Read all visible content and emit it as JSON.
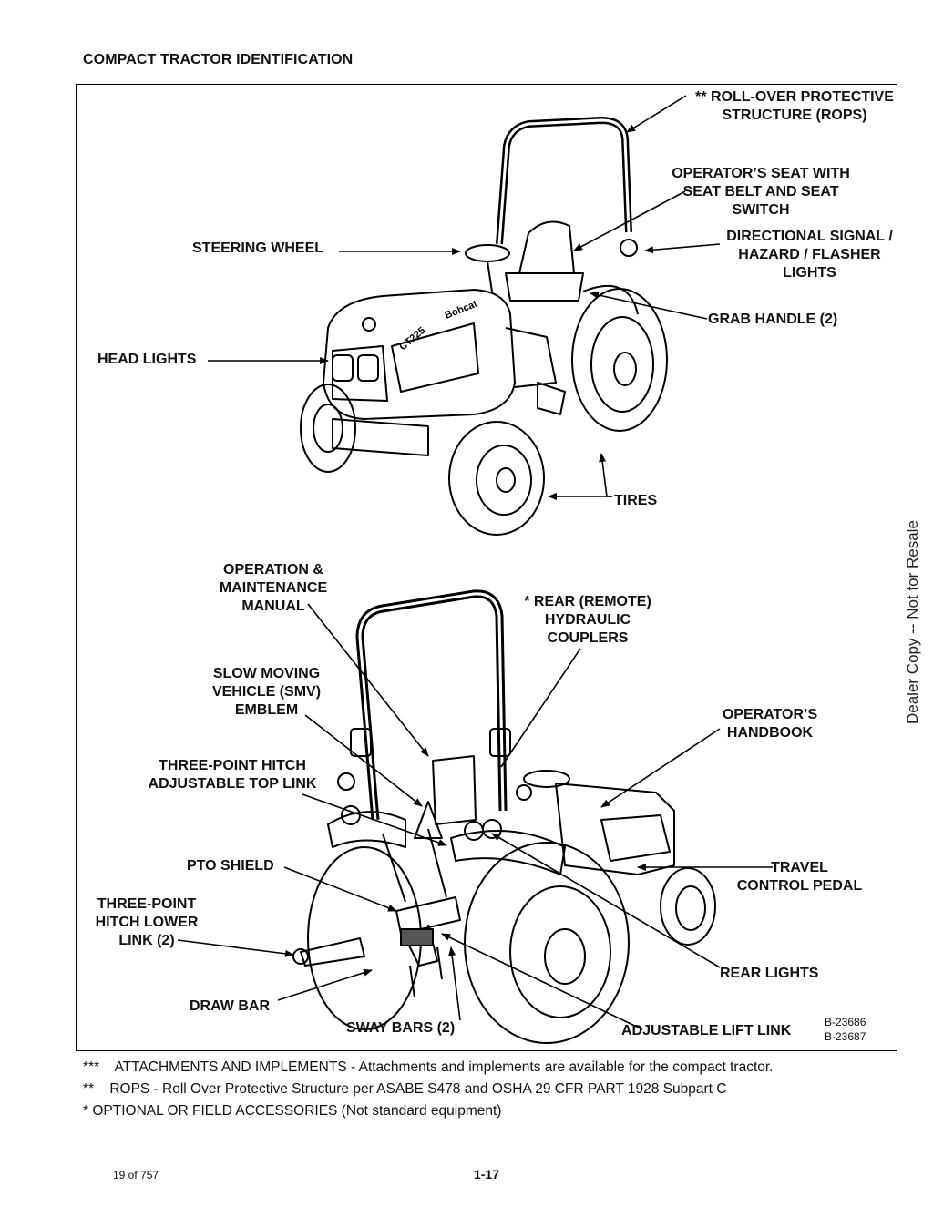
{
  "page": {
    "title": "COMPACT TRACTOR IDENTIFICATION",
    "figure_ids": "B-23686\nB-23687",
    "watermark": "Dealer Copy -- Not for Resale",
    "footer_page_of": "19 of 757",
    "footer_page_number": "1-17"
  },
  "tractor_badge": {
    "brand": "Bobcat",
    "model": "CT225"
  },
  "labels": {
    "rops": "** ROLL-OVER PROTECTIVE\nSTRUCTURE (ROPS)",
    "operators_seat": "OPERATOR’S SEAT WITH\nSEAT BELT AND SEAT\nSWITCH",
    "steering_wheel": "STEERING WHEEL",
    "directional_signal": "DIRECTIONAL SIGNAL /\nHAZARD / FLASHER\nLIGHTS",
    "grab_handle": "GRAB HANDLE (2)",
    "head_lights": "HEAD LIGHTS",
    "tires": "TIRES",
    "operation_manual": "OPERATION &\nMAINTENANCE\nMANUAL",
    "rear_couplers": "* REAR (REMOTE)\nHYDRAULIC\nCOUPLERS",
    "smv_emblem": "SLOW MOVING\nVEHICLE (SMV)\nEMBLEM",
    "operators_handbook": "OPERATOR’S\nHANDBOOK",
    "top_link": "THREE-POINT HITCH\nADJUSTABLE TOP LINK",
    "pto_shield": "PTO SHIELD",
    "travel_pedal": "TRAVEL\nCONTROL PEDAL",
    "lower_link": "THREE-POINT\nHITCH LOWER\nLINK (2)",
    "rear_lights": "REAR LIGHTS",
    "draw_bar": "DRAW BAR",
    "sway_bars": "SWAY BARS (2)",
    "lift_link": "ADJUSTABLE LIFT LINK"
  },
  "notes": [
    {
      "mark": "***",
      "text": "ATTACHMENTS AND IMPLEMENTS - Attachments and implements are available for the compact tractor."
    },
    {
      "mark": "**",
      "text": "ROPS - Roll Over Protective Structure per ASABE S478 and OSHA 29 CFR PART 1928 Subpart C"
    },
    {
      "mark": "*",
      "text": "OPTIONAL OR FIELD ACCESSORIES (Not standard equipment)"
    }
  ]
}
